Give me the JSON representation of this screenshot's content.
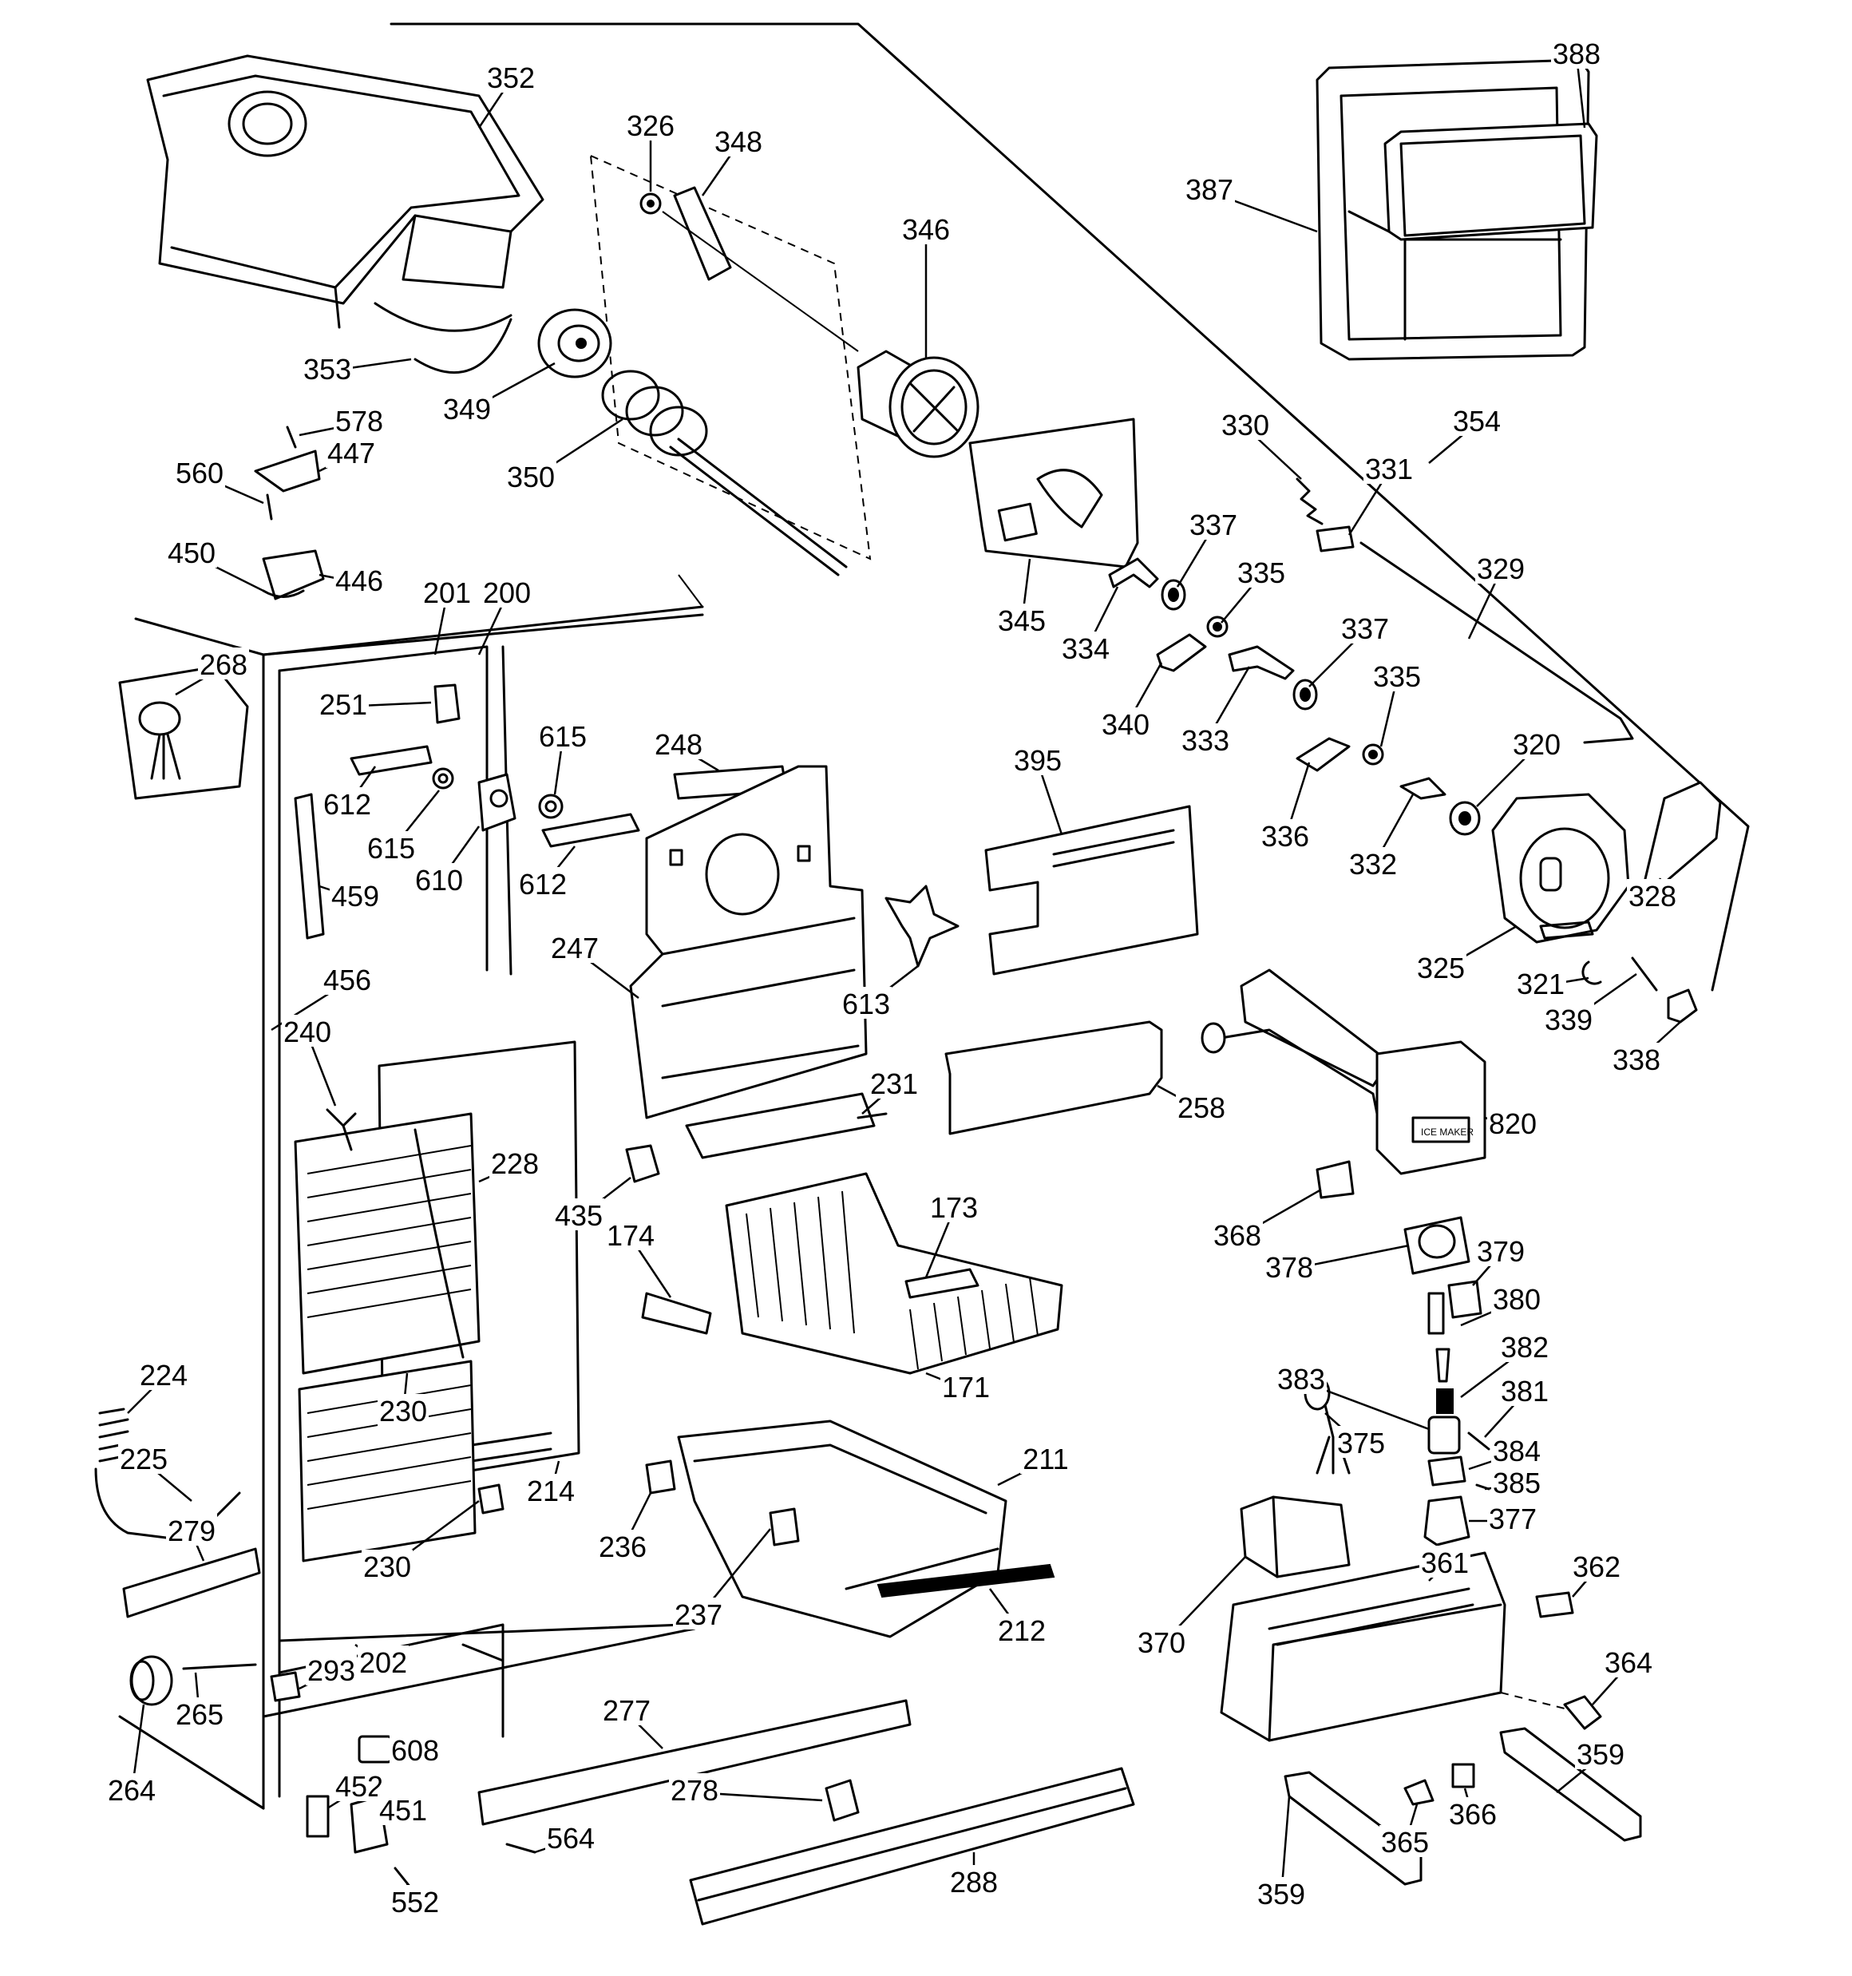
{
  "callouts": [
    {
      "id": "352",
      "text": "352"
    },
    {
      "id": "326",
      "text": "326"
    },
    {
      "id": "348",
      "text": "348"
    },
    {
      "id": "346",
      "text": "346"
    },
    {
      "id": "388",
      "text": "388"
    },
    {
      "id": "387",
      "text": "387"
    },
    {
      "id": "353",
      "text": "353"
    },
    {
      "id": "349",
      "text": "349"
    },
    {
      "id": "350",
      "text": "350"
    },
    {
      "id": "578",
      "text": "578"
    },
    {
      "id": "447",
      "text": "447"
    },
    {
      "id": "560",
      "text": "560"
    },
    {
      "id": "450",
      "text": "450"
    },
    {
      "id": "446",
      "text": "446"
    },
    {
      "id": "330",
      "text": "330"
    },
    {
      "id": "354",
      "text": "354"
    },
    {
      "id": "331",
      "text": "331"
    },
    {
      "id": "337a",
      "text": "337"
    },
    {
      "id": "345",
      "text": "345"
    },
    {
      "id": "334",
      "text": "334"
    },
    {
      "id": "335a",
      "text": "335"
    },
    {
      "id": "329",
      "text": "329"
    },
    {
      "id": "201",
      "text": "201"
    },
    {
      "id": "200",
      "text": "200"
    },
    {
      "id": "268",
      "text": "268"
    },
    {
      "id": "337b",
      "text": "337"
    },
    {
      "id": "340",
      "text": "340"
    },
    {
      "id": "333",
      "text": "333"
    },
    {
      "id": "335b",
      "text": "335"
    },
    {
      "id": "251",
      "text": "251"
    },
    {
      "id": "615a",
      "text": "615"
    },
    {
      "id": "248",
      "text": "248"
    },
    {
      "id": "320",
      "text": "320"
    },
    {
      "id": "336",
      "text": "336"
    },
    {
      "id": "612a",
      "text": "612"
    },
    {
      "id": "395",
      "text": "395"
    },
    {
      "id": "615b",
      "text": "615"
    },
    {
      "id": "332",
      "text": "332"
    },
    {
      "id": "612b",
      "text": "612"
    },
    {
      "id": "610",
      "text": "610"
    },
    {
      "id": "328",
      "text": "328"
    },
    {
      "id": "459",
      "text": "459"
    },
    {
      "id": "247",
      "text": "247"
    },
    {
      "id": "325",
      "text": "325"
    },
    {
      "id": "613",
      "text": "613"
    },
    {
      "id": "321",
      "text": "321"
    },
    {
      "id": "456",
      "text": "456"
    },
    {
      "id": "339",
      "text": "339"
    },
    {
      "id": "338",
      "text": "338"
    },
    {
      "id": "240",
      "text": "240"
    },
    {
      "id": "231",
      "text": "231"
    },
    {
      "id": "258",
      "text": "258"
    },
    {
      "id": "820",
      "text": "820"
    },
    {
      "id": "228",
      "text": "228"
    },
    {
      "id": "435",
      "text": "435"
    },
    {
      "id": "173",
      "text": "173"
    },
    {
      "id": "368",
      "text": "368"
    },
    {
      "id": "174",
      "text": "174"
    },
    {
      "id": "379",
      "text": "379"
    },
    {
      "id": "378",
      "text": "378"
    },
    {
      "id": "380",
      "text": "380"
    },
    {
      "id": "224",
      "text": "224"
    },
    {
      "id": "382",
      "text": "382"
    },
    {
      "id": "383",
      "text": "383"
    },
    {
      "id": "171",
      "text": "171"
    },
    {
      "id": "381",
      "text": "381"
    },
    {
      "id": "230a",
      "text": "230"
    },
    {
      "id": "225",
      "text": "225"
    },
    {
      "id": "375",
      "text": "375"
    },
    {
      "id": "211",
      "text": "211"
    },
    {
      "id": "384",
      "text": "384"
    },
    {
      "id": "214",
      "text": "214"
    },
    {
      "id": "385",
      "text": "385"
    },
    {
      "id": "279",
      "text": "279"
    },
    {
      "id": "377",
      "text": "377"
    },
    {
      "id": "236",
      "text": "236"
    },
    {
      "id": "230b",
      "text": "230"
    },
    {
      "id": "361",
      "text": "361"
    },
    {
      "id": "362",
      "text": "362"
    },
    {
      "id": "237",
      "text": "237"
    },
    {
      "id": "370",
      "text": "370"
    },
    {
      "id": "212",
      "text": "212"
    },
    {
      "id": "293",
      "text": "293"
    },
    {
      "id": "202",
      "text": "202"
    },
    {
      "id": "364",
      "text": "364"
    },
    {
      "id": "277",
      "text": "277"
    },
    {
      "id": "265",
      "text": "265"
    },
    {
      "id": "608",
      "text": "608"
    },
    {
      "id": "264",
      "text": "264"
    },
    {
      "id": "359a",
      "text": "359"
    },
    {
      "id": "452",
      "text": "452"
    },
    {
      "id": "278",
      "text": "278"
    },
    {
      "id": "451",
      "text": "451"
    },
    {
      "id": "564",
      "text": "564"
    },
    {
      "id": "365",
      "text": "365"
    },
    {
      "id": "366",
      "text": "366"
    },
    {
      "id": "288",
      "text": "288"
    },
    {
      "id": "359b",
      "text": "359"
    },
    {
      "id": "552",
      "text": "552"
    }
  ],
  "icemaker_label": "ICE MAKER"
}
